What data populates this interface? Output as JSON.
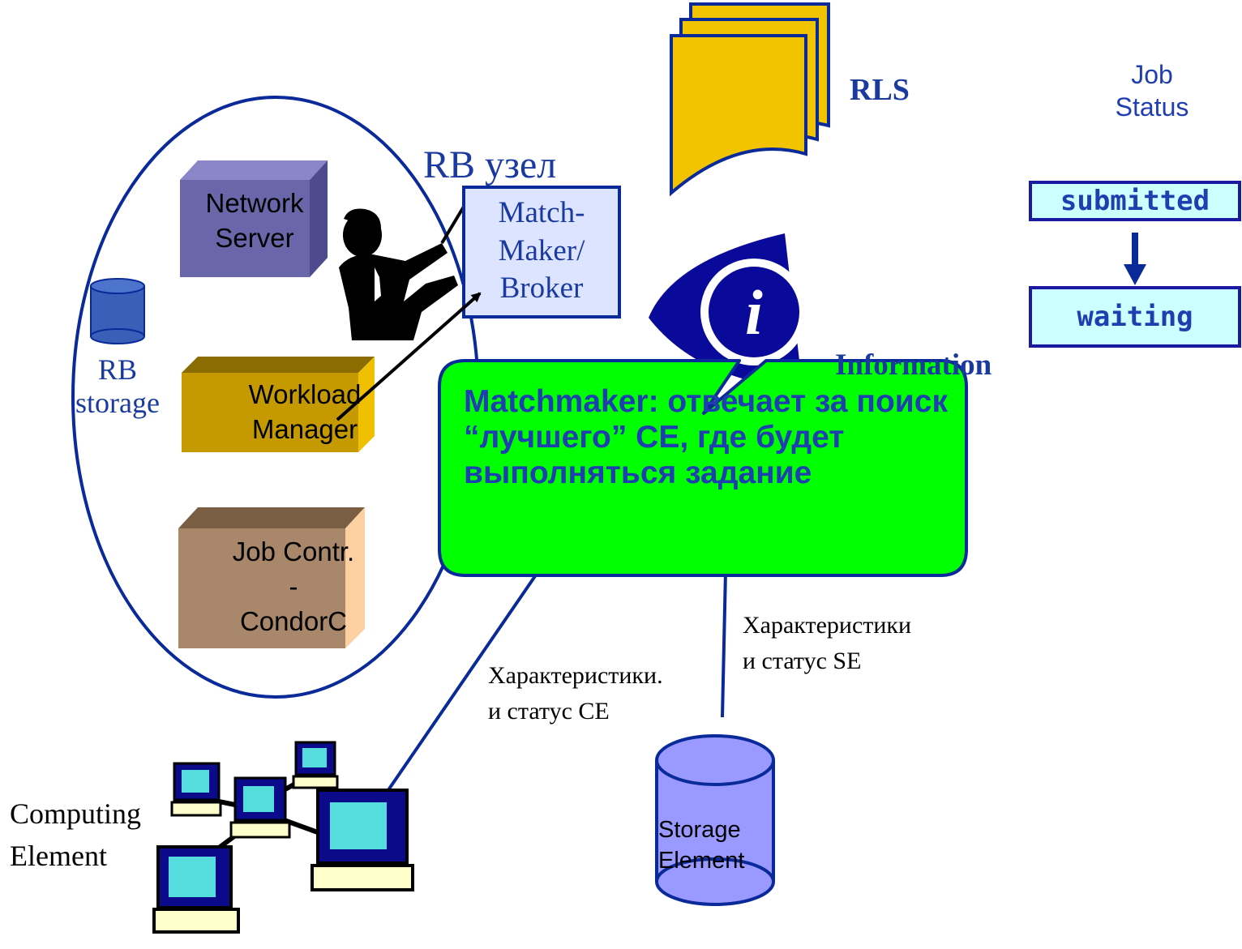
{
  "rb_node": {
    "title": "RB узел",
    "matchmaker_box": [
      "Match-",
      "Maker/",
      "Broker"
    ],
    "network_server": [
      "Network",
      "Server"
    ],
    "workload_manager": [
      "Workload",
      "Manager"
    ],
    "job_controller": [
      "Job Contr.",
      "-",
      "CondorC"
    ],
    "rb_storage": [
      "RB",
      "storage"
    ]
  },
  "rls": {
    "label": "RLS"
  },
  "information": {
    "label": "Information"
  },
  "callout": {
    "text": "Matchmaker: отвечает за поиск “лучшего” CE, где будет выполняться задание"
  },
  "job_status": {
    "title": [
      "Job",
      "Status"
    ],
    "states": [
      "submitted",
      "waiting"
    ]
  },
  "links": {
    "ce_label": [
      "Характеристики.",
      "и статус CE"
    ],
    "se_label": [
      "Характеристики",
      "и статус SE"
    ]
  },
  "computing_element": {
    "label": [
      "Computing",
      "Element"
    ]
  },
  "storage_element": {
    "label": [
      "Storage",
      "Element"
    ]
  },
  "colors": {
    "outline_blue": "#0a2a9a",
    "network_server": "#6a66aa",
    "workload_manager": "#c49a00",
    "job_controller": "#a9876a",
    "rls_yellow": "#f2c400",
    "callout_green": "#00ff00",
    "storage_purple": "#9999ff",
    "status_fill": "#ccffff",
    "eye_blue": "#0a0a9a"
  }
}
